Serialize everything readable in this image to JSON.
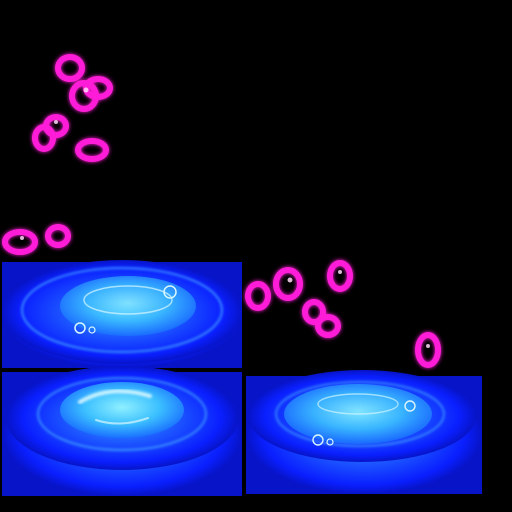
{
  "sprite_sheet": {
    "background": "#000000",
    "colors": {
      "drop_glow": "#ff1fd8",
      "drop_core": "#ffd6f7",
      "splash_dark": "#0a1fff",
      "splash_mid": "#1e5bff",
      "splash_light": "#5fe2ff",
      "splash_highlight": "#d9f7ff"
    },
    "frames": [
      {
        "kind": "water-splash-ripple",
        "variant": "large-with-bubbles"
      },
      {
        "kind": "water-splash-ripple",
        "variant": "large-bright"
      },
      {
        "kind": "water-splash-ripple",
        "variant": "small-with-bubbles"
      }
    ],
    "droplet_clusters": [
      {
        "kind": "falling-drops",
        "count": 6
      },
      {
        "kind": "falling-drops",
        "count": 2
      },
      {
        "kind": "falling-drops",
        "count": 5
      },
      {
        "kind": "falling-drops",
        "count": 1
      }
    ]
  }
}
